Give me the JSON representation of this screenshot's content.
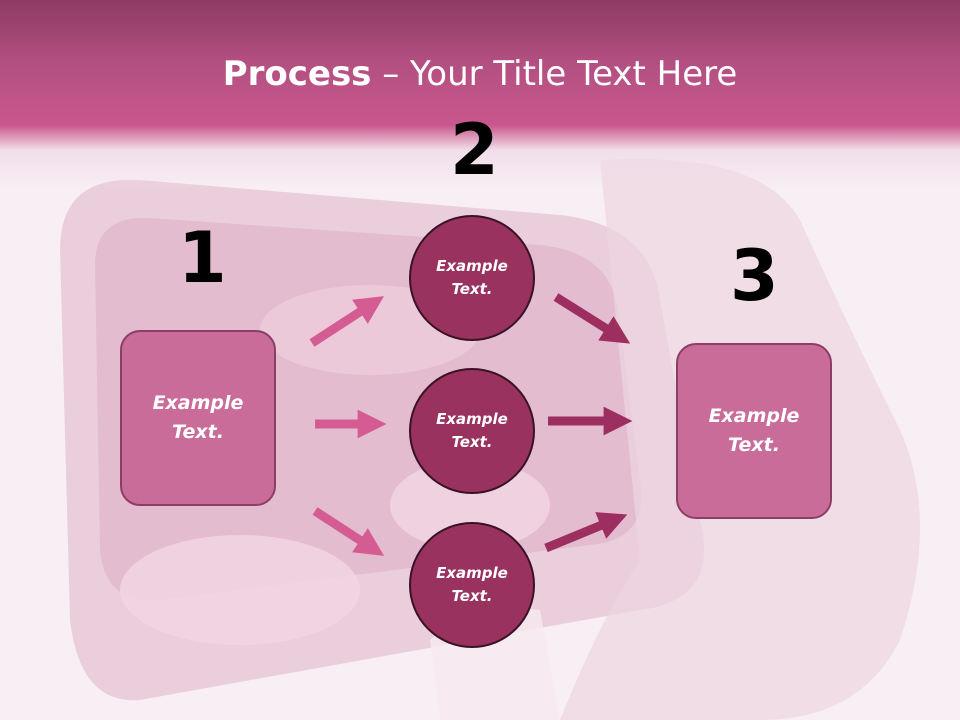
{
  "title": {
    "bold": "Process",
    "rest": " – Your Title Text Here"
  },
  "steps": [
    {
      "number": "1",
      "label": "Example Text."
    },
    {
      "number": "2",
      "label": "Example Text."
    },
    {
      "number": "3",
      "label": "Example Text."
    }
  ],
  "circles": [
    {
      "label": "Example Text."
    },
    {
      "label": "Example Text."
    },
    {
      "label": "Example Text."
    }
  ],
  "colors": {
    "header": "#b24f80",
    "box_fill": "#c96c9a",
    "circle_fill": "#99325f",
    "arrow_light": "#d45c92",
    "arrow_dark": "#9c2f5f"
  }
}
